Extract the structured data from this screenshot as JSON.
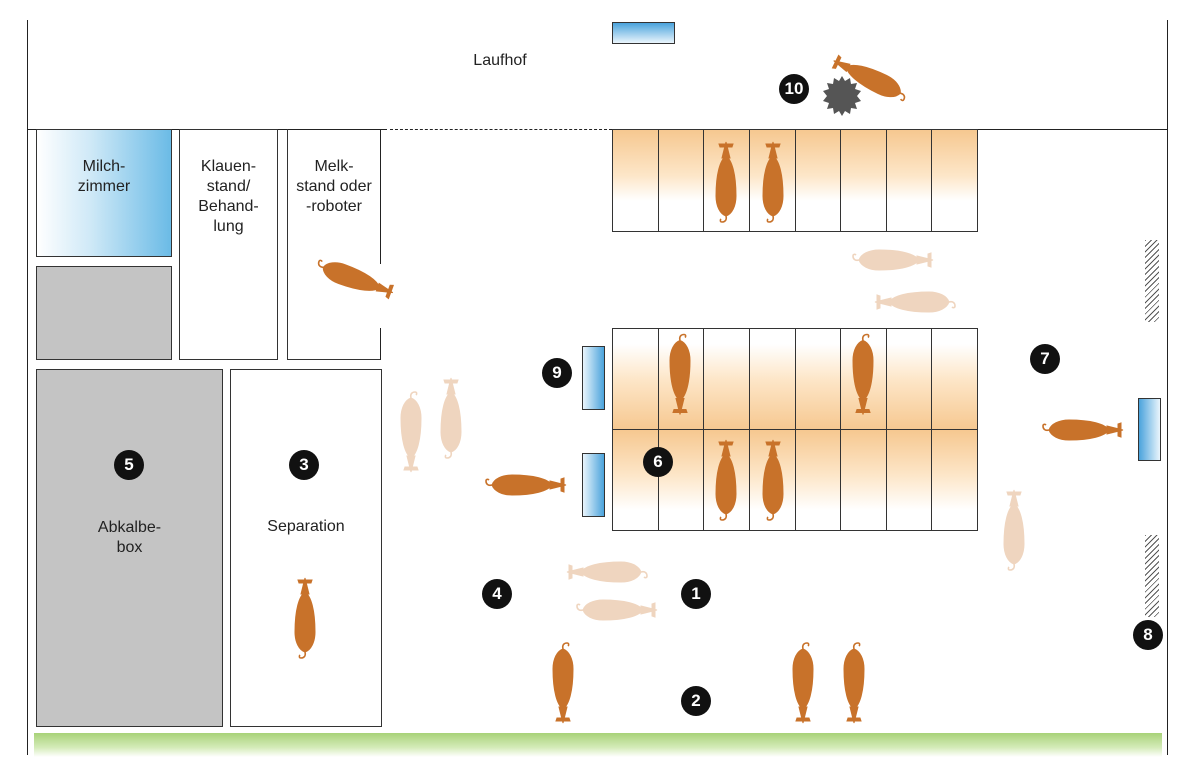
{
  "labels": {
    "laufhof": "Laufhof",
    "milchzimmer": "Milch-\nzimmer",
    "klauenstand": "Klauen-\nstand/\nBehand-\nlung",
    "melkstand": "Melk-\nstand oder\n-roboter",
    "abkalbebox": "Abkalbe-\nbox",
    "separation": "Separation"
  },
  "badges": {
    "b1": "1",
    "b2": "2",
    "b3": "3",
    "b4": "4",
    "b5": "5",
    "b6": "6",
    "b7": "7",
    "b8": "8",
    "b9": "9",
    "b10": "10"
  },
  "colors": {
    "cow_active": "#c8722a",
    "cow_faded": "#efd5bf",
    "bedding": "#f6c890",
    "trough": "#4aa3dc",
    "milk_room": "#6bbbe6",
    "grey_room": "#c4c4c4",
    "grass": "#a8d278",
    "brush": "#555555"
  },
  "icons": {
    "brush": "cow-brush-icon",
    "trough": "water-trough-icon",
    "cow": "cow-topview-icon"
  }
}
